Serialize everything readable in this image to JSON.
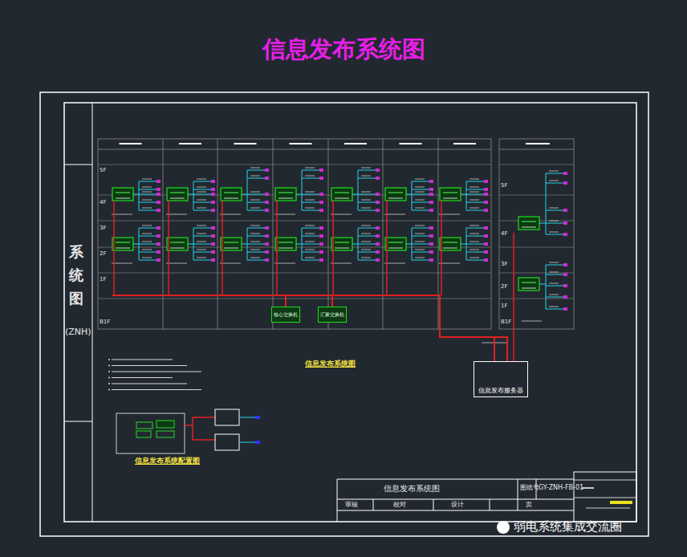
{
  "diagram": {
    "title": "信息发布系统图",
    "nodes": [
      {
        "text": [
          "信息发布服务器"
        ]
      },
      {
        "text": [
          "核心交换机"
        ]
      },
      {
        "text": [
          "汇聚交换机"
        ]
      }
    ],
    "edges": [
      {
        "from": 1,
        "to": 0,
        "arrow": "none"
      },
      {
        "from": 2,
        "to": 0,
        "arrow": "none"
      }
    ],
    "labels": [
      "系统图",
      "(ZNH)",
      "5F",
      "4F",
      "3F",
      "2F",
      "1F",
      "B1F",
      "5F",
      "4F",
      "3F",
      "2F",
      "1F",
      "B1F",
      "信息发布系统图",
      "信息发布系统图",
      "图纸号",
      "GY-ZNH-FB-01",
      "审核",
      "校对",
      "设计",
      "页",
      "弱电系统集成交流圈",
      "信息发布系统配置图"
    ]
  }
}
